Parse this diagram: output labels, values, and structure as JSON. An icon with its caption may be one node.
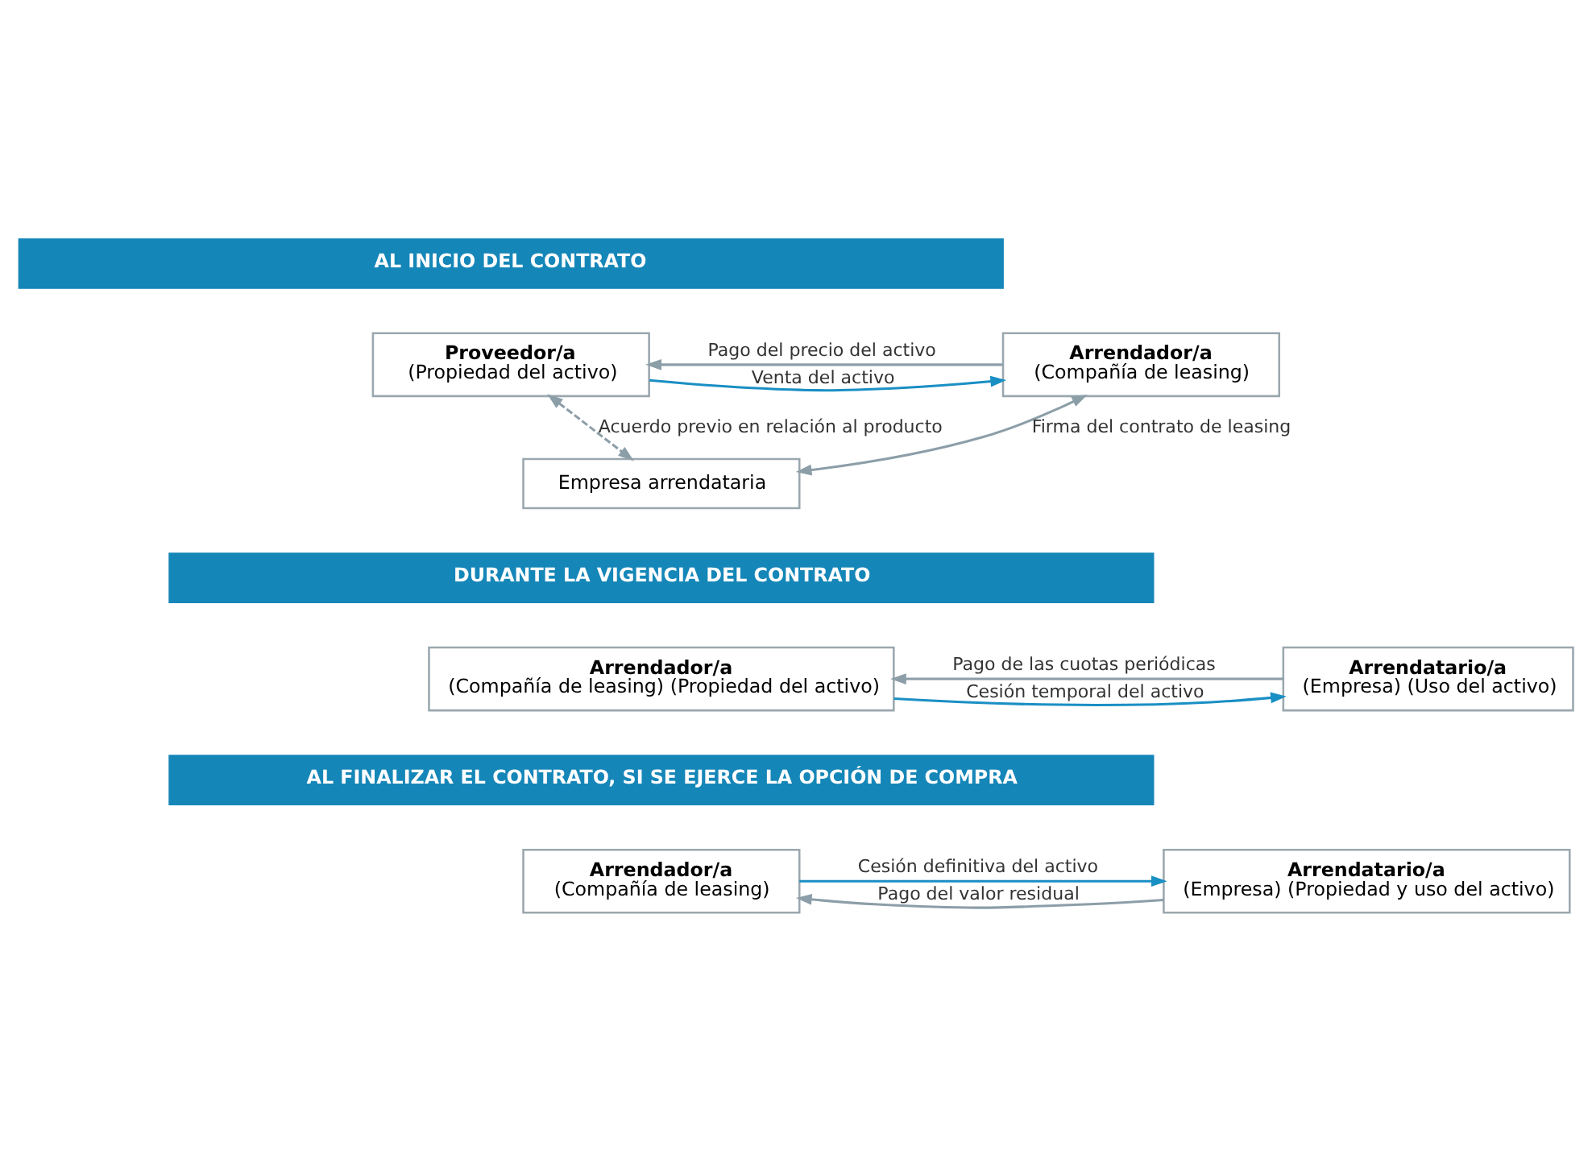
{
  "diagram": {
    "nodes": [
      {
        "text": [
          "AL INICIO DEL CONTRATO"
        ]
      },
      {
        "text": [
          "Proveedor/a",
          "(Propiedad del activo)"
        ]
      },
      {
        "text": [
          "Arrendador/a",
          "(Compañía de leasing)"
        ]
      },
      {
        "text": [
          "Empresa arrendataria"
        ]
      },
      {
        "text": [
          "DURANTE LA VIGENCIA DEL CONTRATO"
        ]
      },
      {
        "text": [
          "Arrendador/a",
          "(Compañía de leasing) (Propiedad del activo)"
        ]
      },
      {
        "text": [
          "Arrendatario/a",
          "(Empresa) (Uso del activo)"
        ]
      },
      {
        "text": [
          "AL FINALIZAR EL CONTRATO, SI SE EJERCE LA OPCIÓN DE COMPRA"
        ]
      },
      {
        "text": [
          "Arrendador/a",
          "(Compañía de leasing)"
        ]
      },
      {
        "text": [
          "Arrendatario/a",
          "(Empresa) (Propiedad y uso del activo)"
        ]
      }
    ],
    "edges": [
      {
        "from": 1,
        "to": 2,
        "arrow": "to",
        "label": "Venta del activo",
        "color": "#1a8fc4"
      },
      {
        "from": 2,
        "to": 1,
        "arrow": "to",
        "label": "Pago del precio del activo"
      },
      {
        "from": 1,
        "to": 3,
        "arrow": "both",
        "label": "Acuerdo previo en relación al producto",
        "style": "dashed"
      },
      {
        "from": 3,
        "to": 2,
        "arrow": "both",
        "label": "Firma del contrato de leasing"
      },
      {
        "from": 5,
        "to": 6,
        "arrow": "to",
        "label": "Cesión temporal del activo",
        "color": "#1a8fc4"
      },
      {
        "from": 6,
        "to": 5,
        "arrow": "to",
        "label": "Pago de las cuotas periódicas"
      },
      {
        "from": 8,
        "to": 9,
        "arrow": "to",
        "label": "Cesión definitiva del activo",
        "color": "#1a8fc4"
      },
      {
        "from": 9,
        "to": 8,
        "arrow": "to",
        "label": "Pago del valor residual"
      }
    ]
  }
}
